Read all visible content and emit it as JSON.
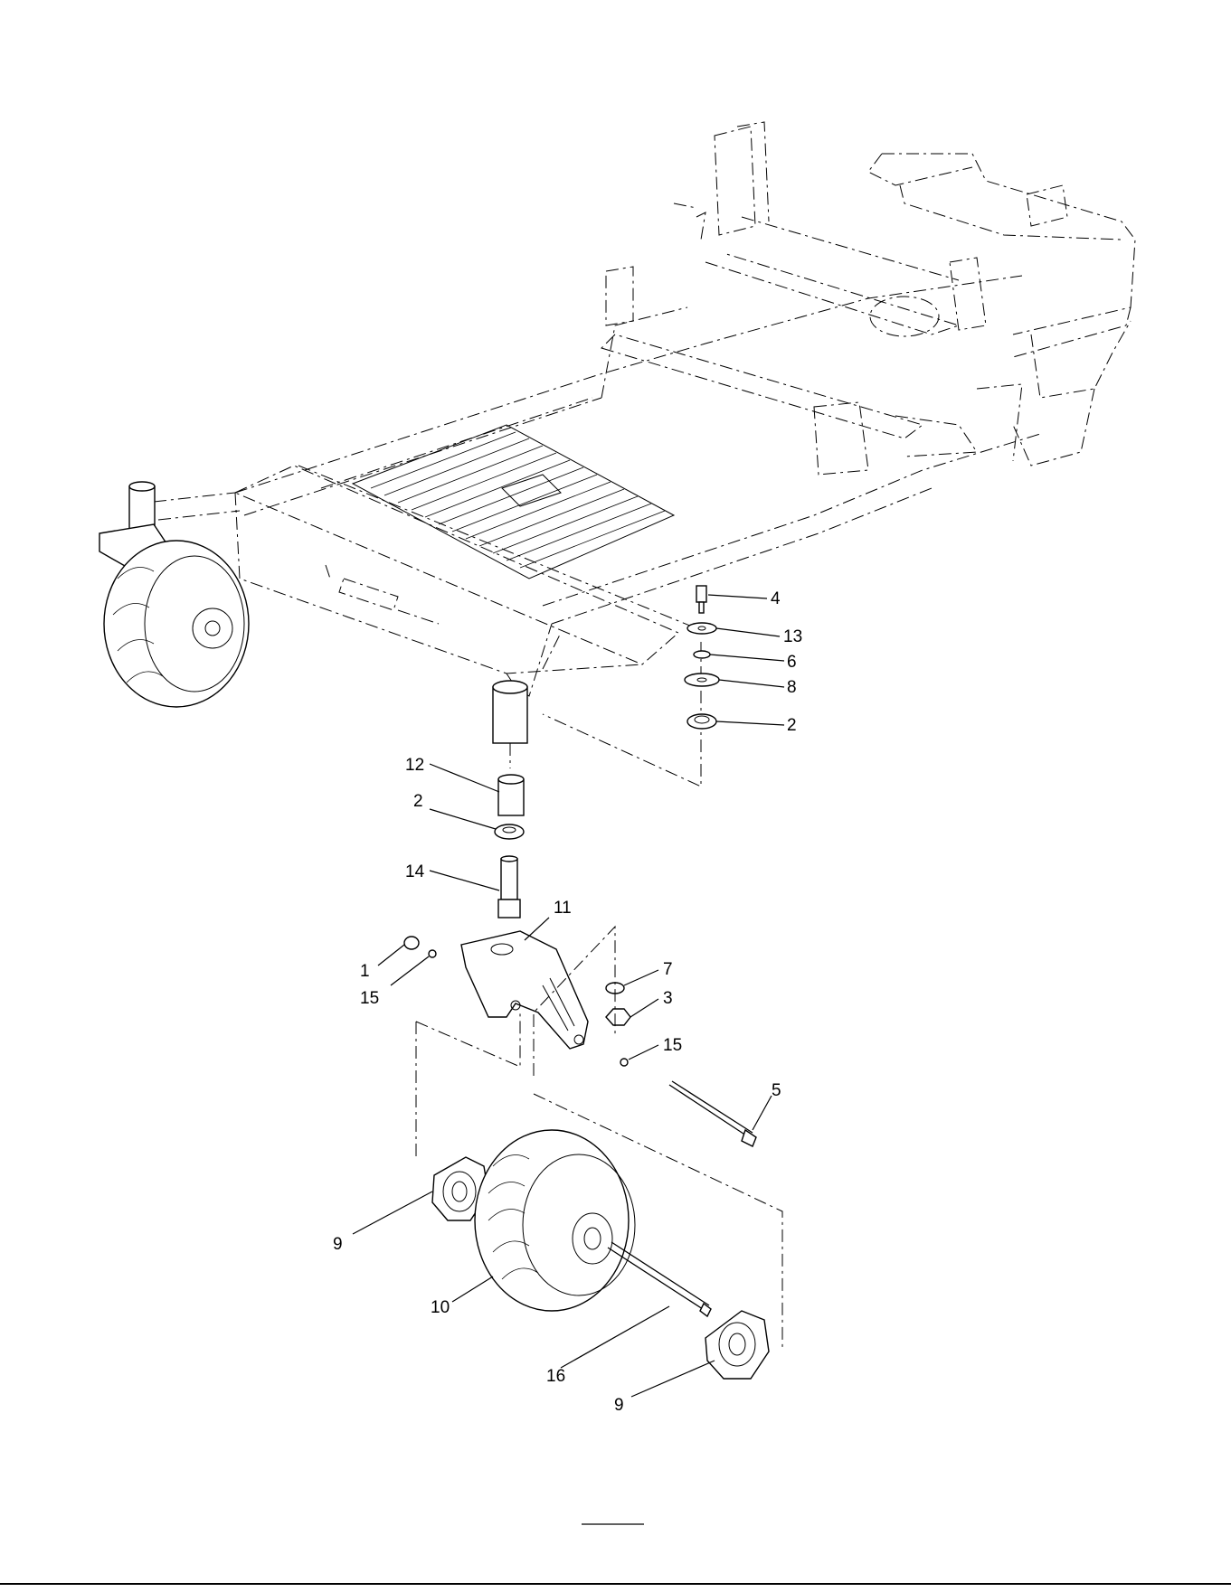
{
  "callouts": [
    {
      "id": "c4",
      "label": "4"
    },
    {
      "id": "c13",
      "label": "13"
    },
    {
      "id": "c6",
      "label": "6"
    },
    {
      "id": "c8",
      "label": "8"
    },
    {
      "id": "c2a",
      "label": "2"
    },
    {
      "id": "c12",
      "label": "12"
    },
    {
      "id": "c2b",
      "label": "2"
    },
    {
      "id": "c14",
      "label": "14"
    },
    {
      "id": "c11",
      "label": "11"
    },
    {
      "id": "c1",
      "label": "1"
    },
    {
      "id": "c15a",
      "label": "15"
    },
    {
      "id": "c7",
      "label": "7"
    },
    {
      "id": "c3",
      "label": "3"
    },
    {
      "id": "c15b",
      "label": "15"
    },
    {
      "id": "c5",
      "label": "5"
    },
    {
      "id": "c9a",
      "label": "9"
    },
    {
      "id": "c10",
      "label": "10"
    },
    {
      "id": "c16",
      "label": "16"
    },
    {
      "id": "c9b",
      "label": "9"
    }
  ]
}
